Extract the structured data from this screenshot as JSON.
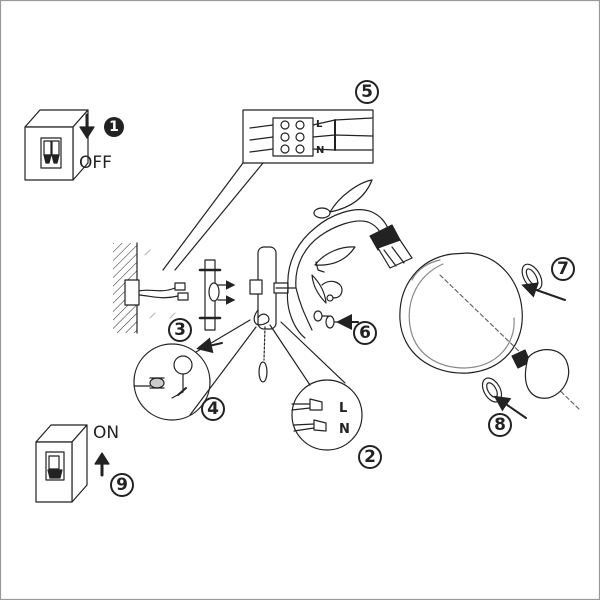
{
  "switch_off": {
    "label": "OFF",
    "step": "1"
  },
  "switch_on": {
    "label": "ON",
    "step": "9"
  },
  "connector": {
    "step": "5",
    "terminals": [
      "L",
      "",
      "N"
    ]
  },
  "wires": {
    "step": "2",
    "live": "L",
    "neutral": "N"
  },
  "steps": {
    "bracket": "3",
    "ground": "4",
    "screws": "6",
    "ring_top": "7",
    "ring_bulb": "8"
  },
  "colors": {
    "line": "#222222",
    "background": "#ffffff"
  }
}
